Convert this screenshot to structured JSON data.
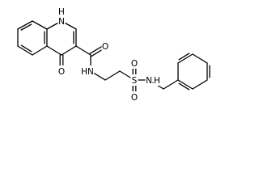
{
  "molecule": {
    "atom_labels": {
      "ring_nh": "H",
      "ring_n": "N",
      "ketone_o": "O",
      "amide_o": "O",
      "amide_nh": "HN",
      "sulfur": "S",
      "sulfonyl_o1": "O",
      "sulfonyl_o2": "O",
      "sulfonamide_nh": "N",
      "sulfonamide_h": "H"
    },
    "line_color": "#000000",
    "background": "#ffffff"
  }
}
